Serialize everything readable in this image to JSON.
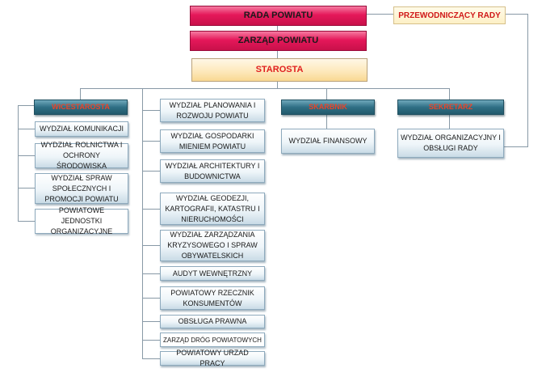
{
  "top": {
    "rada": "RADA POWIATU",
    "zarzad": "ZARZĄD POWIATU",
    "starosta": "STAROSTA",
    "przewodniczacy": "PRZEWODNICZĄCY RADY"
  },
  "heads": {
    "wicestarosta": "WICESTAROSTA",
    "skarbnik": "SKARBNIK",
    "sekretarz": "SEKRETARZ"
  },
  "wicestarosta_units": [
    "WYDZIAŁ KOMUNIKACJI",
    "WYDZIAŁ ROLNICTWA I OCHRONY ŚRODOWISKA",
    "WYDZIAŁ SPRAW SPOŁECZNYCH I PROMOCJI POWIATU",
    "POWIATOWE JEDNOSTKI ORGANIZACYJNE"
  ],
  "starosta_units": [
    "WYDZIAŁ PLANOWANIA I ROZWOJU POWIATU",
    "WYDZIAŁ GOSPODARKI MIENIEM POWIATU",
    "WYDZIAŁ ARCHITEKTURY I BUDOWNICTWA",
    "WYDZIAŁ GEODEZJI, KARTOGRAFII, KATASTRU I NIERUCHOMOŚCI",
    "WYDZIAŁ ZARZĄDZANIA KRYZYSOWEGO I SPRAW OBYWATELSKICH",
    "AUDYT WEWNĘTRZNY",
    "POWIATOWY RZECZNIK KONSUMENTÓW",
    "OBSŁUGA PRAWNA",
    "ZARZĄD DRÓG POWIATOWYCH",
    "POWIATOWY URZAD PRACY"
  ],
  "skarbnik_units": [
    "WYDZIAŁ FINANSOWY"
  ],
  "sekretarz_units": [
    "WYDZIAŁ ORGANIZACYJNY I OBSŁUGI RADY"
  ]
}
